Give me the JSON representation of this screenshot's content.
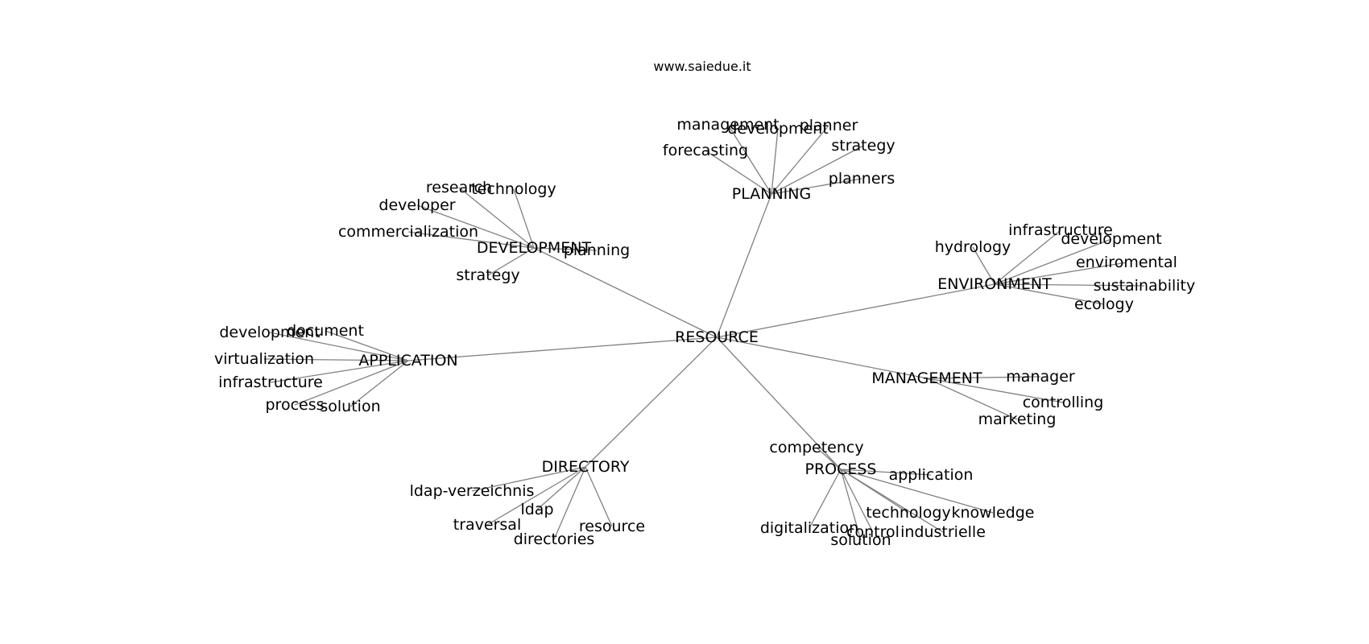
{
  "title": "www.saiedue.it",
  "colors": {
    "edge": "#808080",
    "text": "#000000",
    "background": "#ffffff"
  },
  "nodes": [
    {
      "id": "resource",
      "label": "RESOURCE"
    },
    {
      "id": "planning",
      "label": "PLANNING"
    },
    {
      "id": "p-management",
      "label": "management"
    },
    {
      "id": "p-development",
      "label": "development"
    },
    {
      "id": "p-planner",
      "label": "planner"
    },
    {
      "id": "p-forecasting",
      "label": "forecasting"
    },
    {
      "id": "p-strategy",
      "label": "strategy"
    },
    {
      "id": "p-planners",
      "label": "planners"
    },
    {
      "id": "development",
      "label": "DEVELOPMENT"
    },
    {
      "id": "d-research",
      "label": "research"
    },
    {
      "id": "d-technology",
      "label": "technology"
    },
    {
      "id": "d-developer",
      "label": "developer"
    },
    {
      "id": "d-commercialization",
      "label": "commercialization"
    },
    {
      "id": "d-planning",
      "label": "planning"
    },
    {
      "id": "d-strategy",
      "label": "strategy"
    },
    {
      "id": "environment",
      "label": "ENVIRONMENT"
    },
    {
      "id": "e-infrastructure",
      "label": "infrastructure"
    },
    {
      "id": "e-hydrology",
      "label": "hydrology"
    },
    {
      "id": "e-development",
      "label": "development"
    },
    {
      "id": "e-enviromental",
      "label": "enviromental"
    },
    {
      "id": "e-sustainability",
      "label": "sustainability"
    },
    {
      "id": "e-ecology",
      "label": "ecology"
    },
    {
      "id": "application",
      "label": "APPLICATION"
    },
    {
      "id": "a-development",
      "label": "development"
    },
    {
      "id": "a-document",
      "label": "document"
    },
    {
      "id": "a-virtualization",
      "label": "virtualization"
    },
    {
      "id": "a-infrastructure",
      "label": "infrastructure"
    },
    {
      "id": "a-process",
      "label": "process"
    },
    {
      "id": "a-solution",
      "label": "solution"
    },
    {
      "id": "management",
      "label": "MANAGEMENT"
    },
    {
      "id": "m-manager",
      "label": "manager"
    },
    {
      "id": "m-controlling",
      "label": "controlling"
    },
    {
      "id": "m-marketing",
      "label": "marketing"
    },
    {
      "id": "directory",
      "label": "DIRECTORY"
    },
    {
      "id": "dir-ldap-verzeichnis",
      "label": "ldap-verzeichnis"
    },
    {
      "id": "dir-ldap",
      "label": "ldap"
    },
    {
      "id": "dir-traversal",
      "label": "traversal"
    },
    {
      "id": "dir-directories",
      "label": "directories"
    },
    {
      "id": "dir-resource",
      "label": "resource"
    },
    {
      "id": "process",
      "label": "PROCESS"
    },
    {
      "id": "pr-competency",
      "label": "competency"
    },
    {
      "id": "pr-application",
      "label": "application"
    },
    {
      "id": "pr-technology",
      "label": "technology"
    },
    {
      "id": "pr-knowledge",
      "label": "knowledge"
    },
    {
      "id": "pr-digitalization",
      "label": "digitalization"
    },
    {
      "id": "pr-control",
      "label": "control"
    },
    {
      "id": "pr-industrielle",
      "label": "industrielle"
    },
    {
      "id": "pr-solution",
      "label": "solution"
    }
  ],
  "edges": [
    [
      "resource",
      "planning"
    ],
    [
      "resource",
      "development"
    ],
    [
      "resource",
      "environment"
    ],
    [
      "resource",
      "application"
    ],
    [
      "resource",
      "management"
    ],
    [
      "resource",
      "directory"
    ],
    [
      "resource",
      "process"
    ],
    [
      "planning",
      "p-management"
    ],
    [
      "planning",
      "p-development"
    ],
    [
      "planning",
      "p-planner"
    ],
    [
      "planning",
      "p-forecasting"
    ],
    [
      "planning",
      "p-strategy"
    ],
    [
      "planning",
      "p-planners"
    ],
    [
      "development",
      "d-research"
    ],
    [
      "development",
      "d-technology"
    ],
    [
      "development",
      "d-developer"
    ],
    [
      "development",
      "d-commercialization"
    ],
    [
      "development",
      "d-planning"
    ],
    [
      "development",
      "d-strategy"
    ],
    [
      "environment",
      "e-infrastructure"
    ],
    [
      "environment",
      "e-hydrology"
    ],
    [
      "environment",
      "e-development"
    ],
    [
      "environment",
      "e-enviromental"
    ],
    [
      "environment",
      "e-sustainability"
    ],
    [
      "environment",
      "e-ecology"
    ],
    [
      "application",
      "a-development"
    ],
    [
      "application",
      "a-document"
    ],
    [
      "application",
      "a-virtualization"
    ],
    [
      "application",
      "a-infrastructure"
    ],
    [
      "application",
      "a-process"
    ],
    [
      "application",
      "a-solution"
    ],
    [
      "management",
      "m-manager"
    ],
    [
      "management",
      "m-controlling"
    ],
    [
      "management",
      "m-marketing"
    ],
    [
      "directory",
      "dir-ldap-verzeichnis"
    ],
    [
      "directory",
      "dir-ldap"
    ],
    [
      "directory",
      "dir-traversal"
    ],
    [
      "directory",
      "dir-directories"
    ],
    [
      "directory",
      "dir-resource"
    ],
    [
      "process",
      "pr-competency"
    ],
    [
      "process",
      "pr-application"
    ],
    [
      "process",
      "pr-technology"
    ],
    [
      "process",
      "pr-knowledge"
    ],
    [
      "process",
      "pr-digitalization"
    ],
    [
      "process",
      "pr-control"
    ],
    [
      "process",
      "pr-industrielle"
    ],
    [
      "process",
      "pr-solution"
    ]
  ]
}
